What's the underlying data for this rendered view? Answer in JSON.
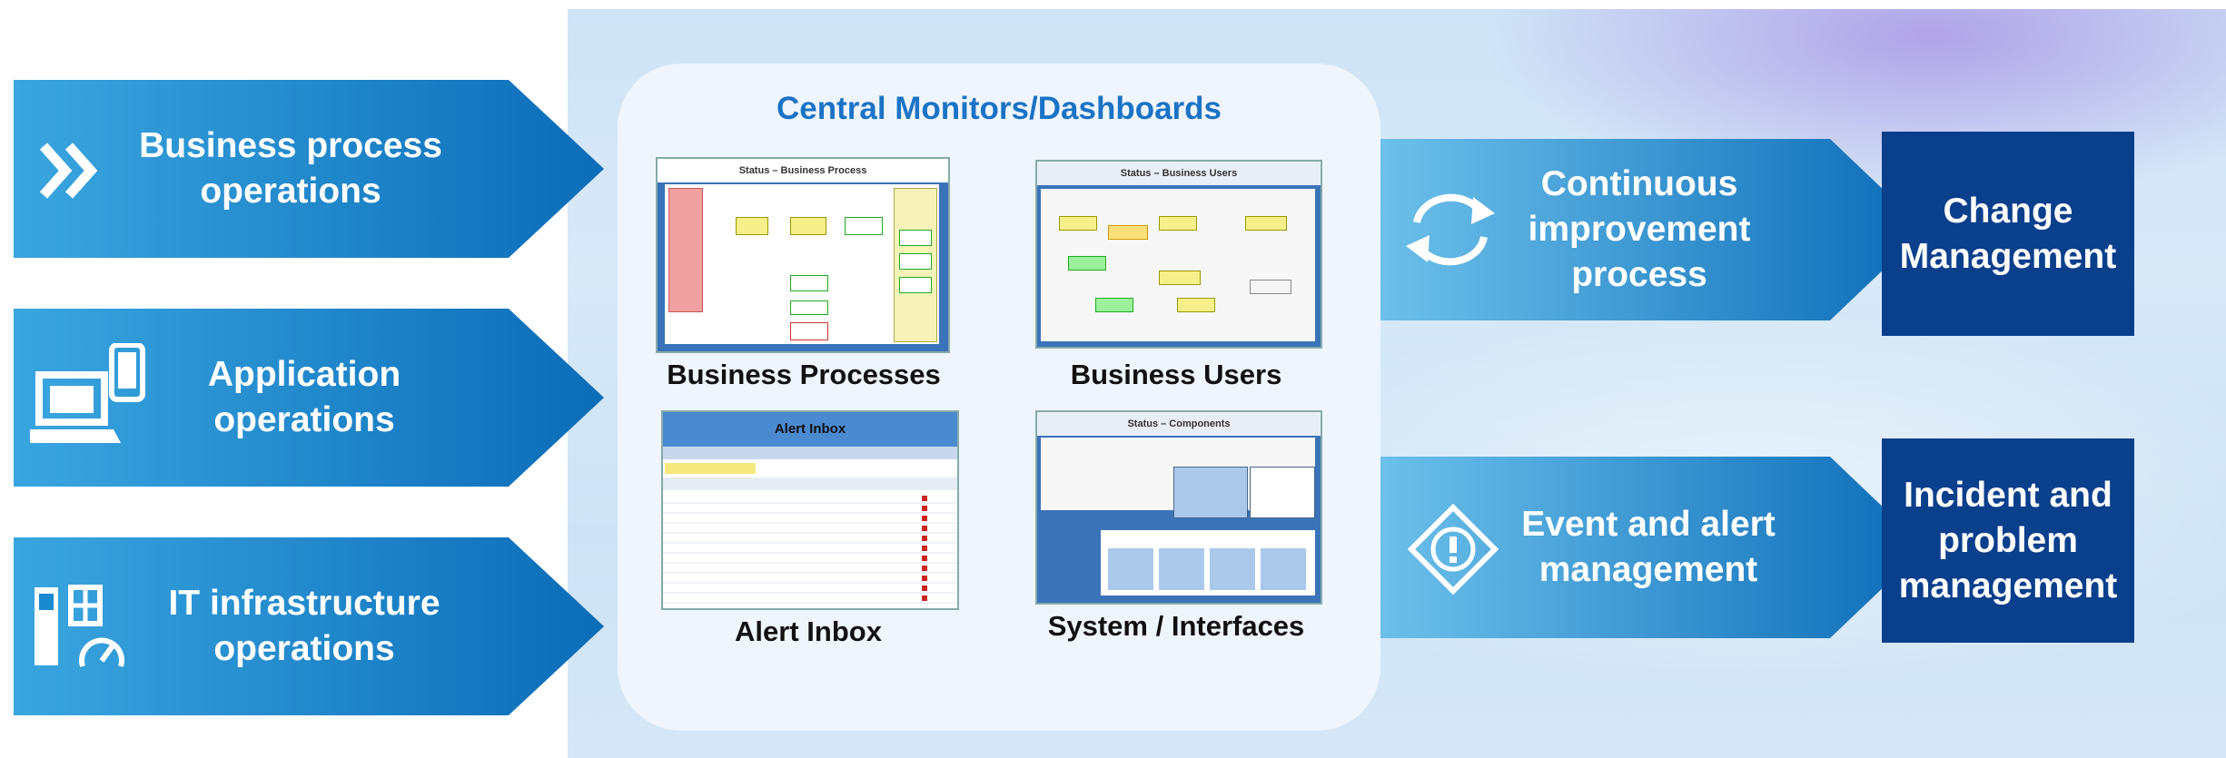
{
  "left_arrows": [
    {
      "label": "Business process operations",
      "lines": [
        "Business process",
        "operations"
      ],
      "icon": "double-chevron-icon"
    },
    {
      "label": "Application operations",
      "lines": [
        "Application",
        "operations"
      ],
      "icon": "laptop-phone-icon"
    },
    {
      "label": "IT infrastructure operations",
      "lines": [
        "IT infrastructure",
        "operations"
      ],
      "icon": "server-gauge-icon"
    }
  ],
  "center": {
    "title": "Central Monitors/Dashboards",
    "tiles": [
      {
        "caption": "Business Processes",
        "screen_title": "Status – Business Process"
      },
      {
        "caption": "Business Users",
        "screen_title": "Status – Business Users"
      },
      {
        "caption": "Alert Inbox",
        "screen_title": "Alert Inbox"
      },
      {
        "caption": "System / Interfaces",
        "screen_title": "Status – Components"
      }
    ]
  },
  "right_arrows": [
    {
      "label": "Continuous improvement process",
      "lines": [
        "Continuous",
        "improvement",
        "process"
      ],
      "icon": "refresh-cycle-icon"
    },
    {
      "label": "Event and alert management",
      "lines": [
        "Event and alert",
        "management"
      ],
      "icon": "warning-diamond-icon"
    }
  ],
  "boxes": [
    {
      "lines": [
        "Change",
        "Management"
      ]
    },
    {
      "lines": [
        "Incident and",
        "problem",
        "management"
      ]
    }
  ],
  "colors": {
    "arrow_light": "#3aa6e0",
    "arrow_dark": "#0b6cb8",
    "box": "#0a3f8c",
    "title": "#1a73c6"
  }
}
